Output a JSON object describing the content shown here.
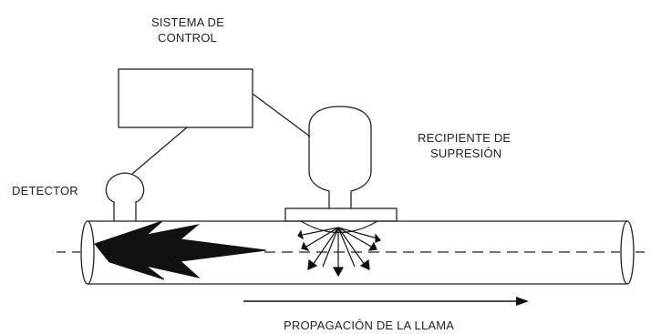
{
  "labels": {
    "control_line1": "SISTEMA DE",
    "control_line2": "CONTROL",
    "suppressor_line1": "RECIPIENTE DE",
    "suppressor_line2": "SUPRESIÓN",
    "detector": "DETECTOR",
    "propagation": "PROPAGACIÓN DE LA LLAMA"
  },
  "colors": {
    "ink": "#222222",
    "background": "#ffffff"
  }
}
